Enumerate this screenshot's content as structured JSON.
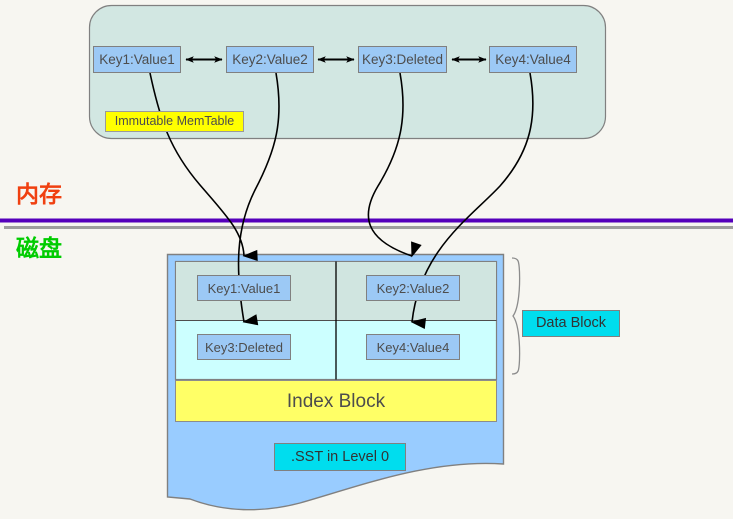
{
  "diagram": {
    "title": "LSM-Tree Immutable MemTable flush to SST in Level 0",
    "colors": {
      "page_background": "#f7f6f1",
      "memtable_fill": "#d2e7e2",
      "memtable_stroke": "#808080",
      "keybox_fill": "#9cc9f5",
      "keybox_stroke": "#808080",
      "memlabel_fill": "#ffff00",
      "index_fill": "#ffff66",
      "sst_fill": "#99ccff",
      "cyan_label_fill": "#00ddee",
      "datablock_top_fill": "#d0e5e0",
      "datablock_bottom_fill": "#ccffff",
      "divider_purple": "#5500bb",
      "divider_gray": "#999999",
      "memory_label_color": "#f04010",
      "disk_label_color": "#00cc00",
      "arrow_color": "#000000",
      "text_color": "#4d4d4d"
    }
  },
  "memtable": {
    "container_name": "immutable-memtable-container",
    "label": "Immutable MemTable",
    "entries": [
      {
        "id": "mem-key1",
        "text": "Key1:Value1"
      },
      {
        "id": "mem-key2",
        "text": "Key2:Value2"
      },
      {
        "id": "mem-key3",
        "text": "Key3:Deleted"
      },
      {
        "id": "mem-key4",
        "text": "Key4:Value4"
      }
    ],
    "links": [
      {
        "from": "Key1:Value1",
        "to": "Key2:Value2",
        "kind": "double-arrow"
      },
      {
        "from": "Key2:Value2",
        "to": "Key3:Deleted",
        "kind": "double-arrow"
      },
      {
        "from": "Key3:Deleted",
        "to": "Key4:Value4",
        "kind": "double-arrow"
      }
    ]
  },
  "zones": {
    "memory_label": "内存",
    "disk_label": "磁盘"
  },
  "sst": {
    "data_block_label": "Data Block",
    "index_block_label": "Index Block",
    "file_label": ".SST in Level 0",
    "cells": [
      {
        "id": "disk-key1",
        "text": "Key1:Value1",
        "row": 0,
        "col": 0
      },
      {
        "id": "disk-key2",
        "text": "Key2:Value2",
        "row": 0,
        "col": 1
      },
      {
        "id": "disk-key3",
        "text": "Key3:Deleted",
        "row": 1,
        "col": 0
      },
      {
        "id": "disk-key4",
        "text": "Key4:Value4",
        "row": 1,
        "col": 1
      }
    ]
  },
  "flush_arrows": [
    {
      "from": "Key1:Value1",
      "to": "Key1:Value1"
    },
    {
      "from": "Key2:Value2",
      "to": "Key3:Deleted"
    },
    {
      "from": "Key3:Deleted",
      "to": "Key2:Value2"
    },
    {
      "from": "Key4:Value4",
      "to": "Key4:Value4"
    }
  ]
}
